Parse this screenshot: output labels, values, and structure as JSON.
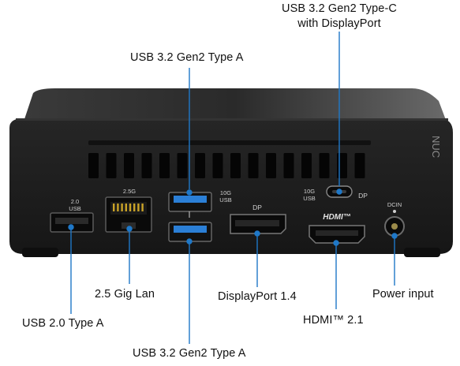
{
  "device": {
    "logo": "NUC",
    "port_markings": {
      "usb2_top": "2.0",
      "usb2_bottom": "USB",
      "lan": "2.5G",
      "usb3_top": "10G",
      "usb3_bottom": "USB",
      "dp": "DP",
      "typec_top": "10G",
      "typec_bottom": "USB",
      "typec_dp": "DP",
      "hdmi": "HDMI™",
      "dcin": "DCIN"
    }
  },
  "callouts": {
    "typec_line1": "USB 3.2 Gen2 Type-C",
    "typec_line2": "with DisplayPort",
    "usb3_top": "USB 3.2 Gen2 Type A",
    "lan": "2.5 Gig Lan",
    "usb2": "USB 2.0 Type A",
    "usb3_bottom": "USB 3.2 Gen2 Type A",
    "displayport": "DisplayPort 1.4",
    "hdmi": "HDMI™ 2.1",
    "power": "Power input"
  },
  "colors": {
    "accent": "#1f78c8",
    "usb3_blue": "#2b7fd6",
    "chassis": "#1c1c1c"
  }
}
